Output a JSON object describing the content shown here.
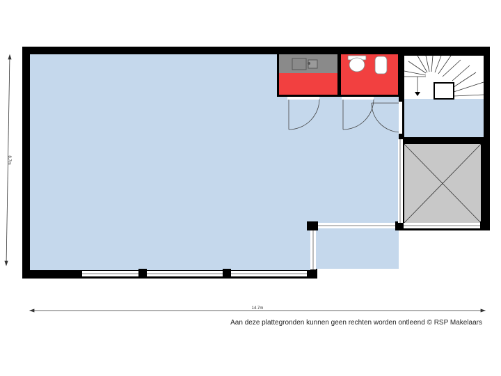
{
  "dimensions": {
    "width_label": "14.7m",
    "height_label": "8.7m"
  },
  "disclaimer": "Aan deze plattegronden kunnen geen rechten worden ontleend © RSP Makelaars",
  "colors": {
    "floor": "#c5d8ec",
    "wall": "#000000",
    "wet_room": "#f24040",
    "counter": "#8a8a8a",
    "elevator": "#c8c8c8",
    "window": "#ffffff",
    "dimension_line": "#333333"
  },
  "icons": [
    "kitchen-sink-icon",
    "toilet-icon",
    "staircase-icon",
    "elevator-shaft-icon"
  ]
}
